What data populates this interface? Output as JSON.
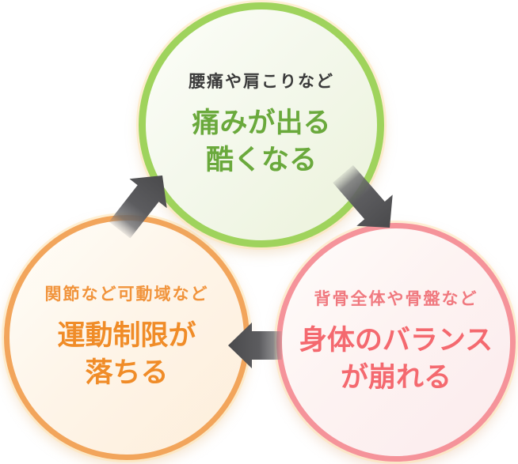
{
  "diagram": {
    "type": "cycle",
    "background_color": "#ffffff",
    "arrow_color": "#4a4a4c",
    "nodes": [
      {
        "id": "pain",
        "position": "top",
        "small_label": "腰痛や肩こりなど",
        "title_line1": "痛みが出る",
        "title_line2": "酷くなる",
        "border_color": "#9fd35c",
        "title_color": "#6aa93c",
        "small_label_color": "#3a3a3a"
      },
      {
        "id": "balance",
        "position": "bottom-right",
        "small_label": "背骨全体や骨盤など",
        "title_line1": "身体のバランス",
        "title_line2": "が崩れる",
        "border_color": "#f5939a",
        "title_color": "#f4696f",
        "small_label_color": "#f0797f"
      },
      {
        "id": "mobility",
        "position": "bottom-left",
        "small_label": "関節など可動域など",
        "title_line1": "運動制限が",
        "title_line2": "落ちる",
        "border_color": "#f2a55b",
        "title_color": "#f08c28",
        "small_label_color": "#f1943c"
      }
    ],
    "arrows": [
      {
        "from": "pain",
        "to": "balance"
      },
      {
        "from": "balance",
        "to": "mobility"
      },
      {
        "from": "mobility",
        "to": "pain"
      }
    ]
  }
}
